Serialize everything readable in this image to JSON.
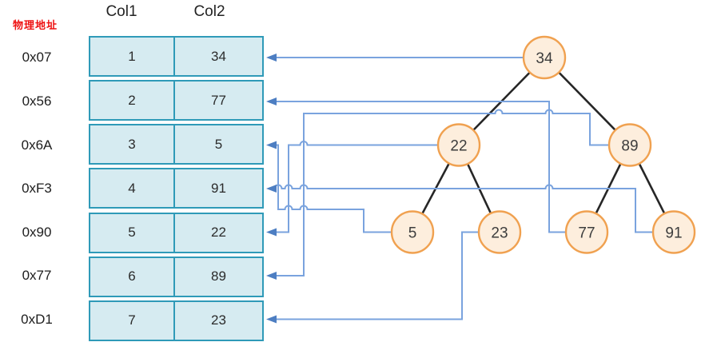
{
  "labels": {
    "physical_address": "物理地址"
  },
  "table": {
    "headers": [
      "Col1",
      "Col2"
    ],
    "rows": [
      {
        "address": "0x07",
        "col1": "1",
        "col2": "34"
      },
      {
        "address": "0x56",
        "col1": "2",
        "col2": "77"
      },
      {
        "address": "0x6A",
        "col1": "3",
        "col2": "5"
      },
      {
        "address": "0xF3",
        "col1": "4",
        "col2": "91"
      },
      {
        "address": "0x90",
        "col1": "5",
        "col2": "22"
      },
      {
        "address": "0x77",
        "col1": "6",
        "col2": "89"
      },
      {
        "address": "0xD1",
        "col1": "7",
        "col2": "23"
      }
    ]
  },
  "tree": {
    "type": "binary-tree",
    "root": "34",
    "values": [
      "34",
      "22",
      "89",
      "5",
      "23",
      "77",
      "91"
    ],
    "edges": [
      [
        "34",
        "22"
      ],
      [
        "34",
        "89"
      ],
      [
        "22",
        "5"
      ],
      [
        "22",
        "23"
      ],
      [
        "89",
        "77"
      ],
      [
        "89",
        "91"
      ]
    ]
  },
  "pointers": [
    {
      "node": "34",
      "row_address": "0x07"
    },
    {
      "node": "77",
      "row_address": "0x56"
    },
    {
      "node": "5",
      "row_address": "0x6A"
    },
    {
      "node": "91",
      "row_address": "0xF3"
    },
    {
      "node": "22",
      "row_address": "0x90"
    },
    {
      "node": "89",
      "row_address": "0x77"
    },
    {
      "node": "23",
      "row_address": "0xD1"
    }
  ],
  "colors": {
    "cell_fill": "#d6ebf1",
    "cell_border": "#2f9ab8",
    "node_fill": "#fdeedd",
    "node_border": "#f0a150",
    "tree_edge": "#262626",
    "pointer_line": "#7aa3de",
    "pointer_arrowhead": "#4d7ec2",
    "address_label_red": "#ee1111"
  }
}
